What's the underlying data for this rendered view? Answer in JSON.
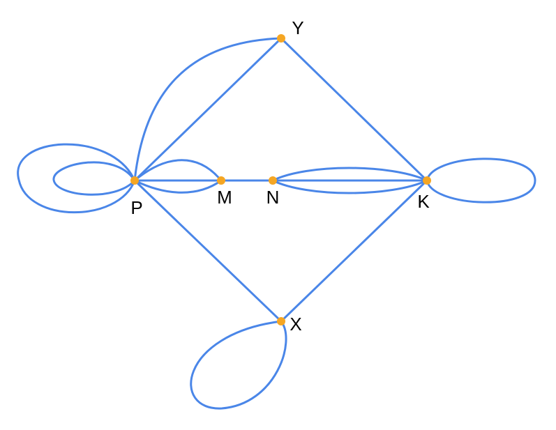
{
  "colors": {
    "edge": "#4a86e8",
    "vertex": "#f5a623",
    "label": "#000000",
    "background": "#ffffff"
  },
  "vertices": [
    {
      "id": "P",
      "label": "P"
    },
    {
      "id": "M",
      "label": "M"
    },
    {
      "id": "N",
      "label": "N"
    },
    {
      "id": "K",
      "label": "K"
    },
    {
      "id": "Y",
      "label": "Y"
    },
    {
      "id": "X",
      "label": "X"
    }
  ],
  "edges": [
    {
      "from": "P",
      "to": "P",
      "kind": "loop"
    },
    {
      "from": "P",
      "to": "P",
      "kind": "loop"
    },
    {
      "from": "P",
      "to": "Y",
      "kind": "straight"
    },
    {
      "from": "P",
      "to": "Y",
      "kind": "curved"
    },
    {
      "from": "P",
      "to": "M",
      "kind": "straight"
    },
    {
      "from": "P",
      "to": "M",
      "kind": "curved"
    },
    {
      "from": "P",
      "to": "M",
      "kind": "curved"
    },
    {
      "from": "P",
      "to": "X",
      "kind": "straight"
    },
    {
      "from": "M",
      "to": "N",
      "kind": "straight"
    },
    {
      "from": "N",
      "to": "K",
      "kind": "straight"
    },
    {
      "from": "N",
      "to": "K",
      "kind": "curved"
    },
    {
      "from": "N",
      "to": "K",
      "kind": "curved"
    },
    {
      "from": "Y",
      "to": "K",
      "kind": "straight"
    },
    {
      "from": "X",
      "to": "K",
      "kind": "straight"
    },
    {
      "from": "K",
      "to": "K",
      "kind": "loop"
    },
    {
      "from": "X",
      "to": "X",
      "kind": "loop"
    }
  ]
}
